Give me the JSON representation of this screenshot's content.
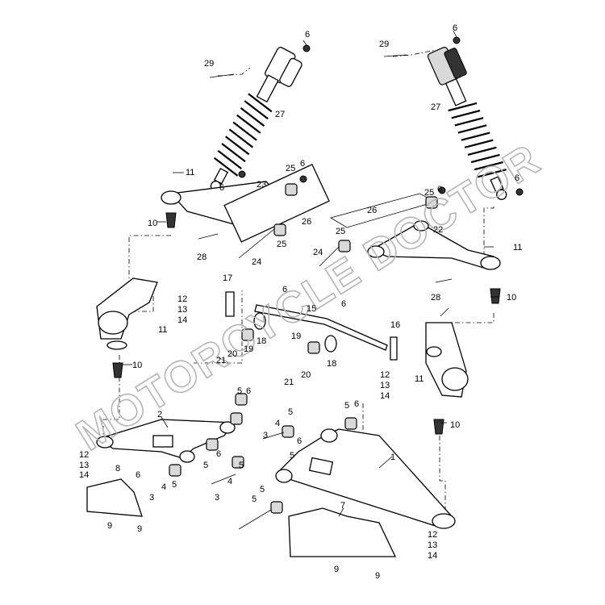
{
  "watermark": "MOTORCYCLE DOCTOR",
  "labels": {
    "p1": "1",
    "p2": "2",
    "p3a": "3",
    "p3b": "3",
    "p3c": "3",
    "p4a": "4",
    "p4b": "4",
    "p4c": "4",
    "p5a": "5",
    "p5b": "5",
    "p5c": "5",
    "p5d": "5",
    "p5e": "5",
    "p5f": "5",
    "p5g": "5",
    "p5h": "5",
    "p5i": "5",
    "p6a": "6",
    "p6b": "6",
    "p6c": "6",
    "p6d": "6",
    "p6e": "6",
    "p6f": "6",
    "p6g": "6",
    "p6h": "6",
    "p6i": "6",
    "p6j": "6",
    "p6k": "6",
    "p6l": "6",
    "p6m": "6",
    "p7": "7",
    "p8": "8",
    "p9a": "9",
    "p9b": "9",
    "p9c": "9",
    "p9d": "9",
    "p10a": "10",
    "p10b": "10",
    "p10c": "10",
    "p10d": "10",
    "p11a": "11",
    "p11b": "11",
    "p11c": "11",
    "p11d": "11",
    "p12a": "12",
    "p12b": "12",
    "p12c": "12",
    "p12d": "12",
    "p13a": "13",
    "p13b": "13",
    "p13c": "13",
    "p13d": "13",
    "p14a": "14",
    "p14b": "14",
    "p14c": "14",
    "p14d": "14",
    "p15": "15",
    "p16": "16",
    "p17": "17",
    "p18a": "18",
    "p18b": "18",
    "p19a": "19",
    "p19b": "19",
    "p20a": "20",
    "p20b": "20",
    "p21a": "21",
    "p21b": "21",
    "p22": "22",
    "p23": "23",
    "p24a": "24",
    "p24b": "24",
    "p25a": "25",
    "p25b": "25",
    "p25c": "25",
    "p25d": "25",
    "p26a": "26",
    "p26b": "26",
    "p27a": "27",
    "p27b": "27",
    "p28a": "28",
    "p28b": "28",
    "p29a": "29",
    "p29b": "29"
  }
}
